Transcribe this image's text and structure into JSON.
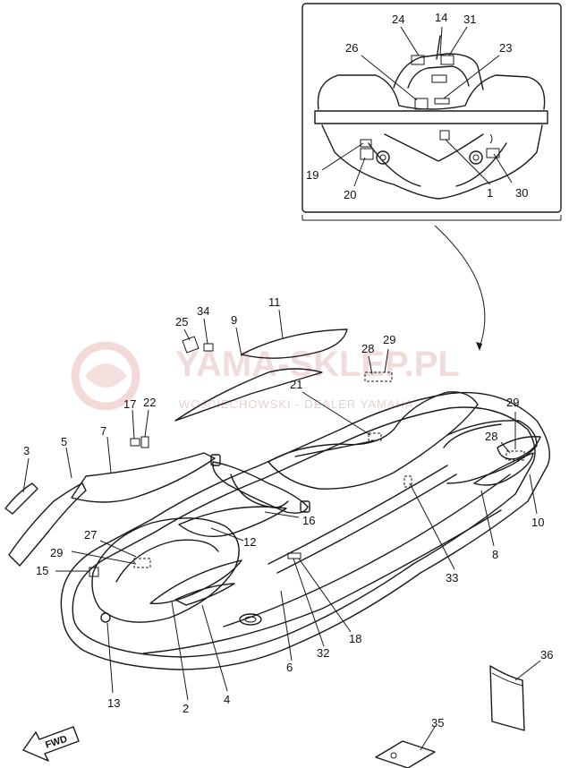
{
  "watermark": {
    "title": "YAMA-SKLEP.PL",
    "subtitle": "WOJCIECHOWSKI - DEALER YAMAHA"
  },
  "fwd_label": "FWD",
  "callouts": [
    {
      "id": "c24",
      "text": "24"
    },
    {
      "id": "c14",
      "text": "14"
    },
    {
      "id": "c31",
      "text": "31"
    },
    {
      "id": "c26",
      "text": "26"
    },
    {
      "id": "c23",
      "text": "23"
    },
    {
      "id": "c19",
      "text": "19"
    },
    {
      "id": "c20",
      "text": "20"
    },
    {
      "id": "c1",
      "text": "1"
    },
    {
      "id": "c30",
      "text": "30"
    },
    {
      "id": "c11",
      "text": "11"
    },
    {
      "id": "c34",
      "text": "34"
    },
    {
      "id": "c25",
      "text": "25"
    },
    {
      "id": "c9",
      "text": "9"
    },
    {
      "id": "c28a",
      "text": "28"
    },
    {
      "id": "c29a",
      "text": "29"
    },
    {
      "id": "c21",
      "text": "21"
    },
    {
      "id": "c17",
      "text": "17"
    },
    {
      "id": "c22",
      "text": "22"
    },
    {
      "id": "c3",
      "text": "3"
    },
    {
      "id": "c5",
      "text": "5"
    },
    {
      "id": "c7",
      "text": "7"
    },
    {
      "id": "c29b",
      "text": "29"
    },
    {
      "id": "c28b",
      "text": "28"
    },
    {
      "id": "c16",
      "text": "16"
    },
    {
      "id": "c10",
      "text": "10"
    },
    {
      "id": "c12",
      "text": "12"
    },
    {
      "id": "c27",
      "text": "27"
    },
    {
      "id": "c29c",
      "text": "29"
    },
    {
      "id": "c15",
      "text": "15"
    },
    {
      "id": "c8",
      "text": "8"
    },
    {
      "id": "c33",
      "text": "33"
    },
    {
      "id": "c18",
      "text": "18"
    },
    {
      "id": "c32",
      "text": "32"
    },
    {
      "id": "c6",
      "text": "6"
    },
    {
      "id": "c13",
      "text": "13"
    },
    {
      "id": "c2",
      "text": "2"
    },
    {
      "id": "c4",
      "text": "4"
    },
    {
      "id": "c36",
      "text": "36"
    },
    {
      "id": "c35",
      "text": "35"
    }
  ]
}
